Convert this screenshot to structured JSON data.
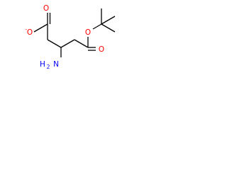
{
  "molecule": {
    "colors": {
      "bond": "#000000",
      "oxygen": "#ff0000",
      "nitrogen": "#0000ff",
      "background": "#ffffff"
    },
    "atoms": {
      "carbonyl_oxygen_top": {
        "symbol": "O"
      },
      "carboxylate_oxygen": {
        "symbol": "O",
        "charge": "-"
      },
      "amine": {
        "symbol": "H",
        "subscript": "2",
        "element": "N"
      },
      "ester_oxygen": {
        "symbol": "O"
      },
      "ester_carbonyl_oxygen": {
        "symbol": "O"
      }
    }
  }
}
